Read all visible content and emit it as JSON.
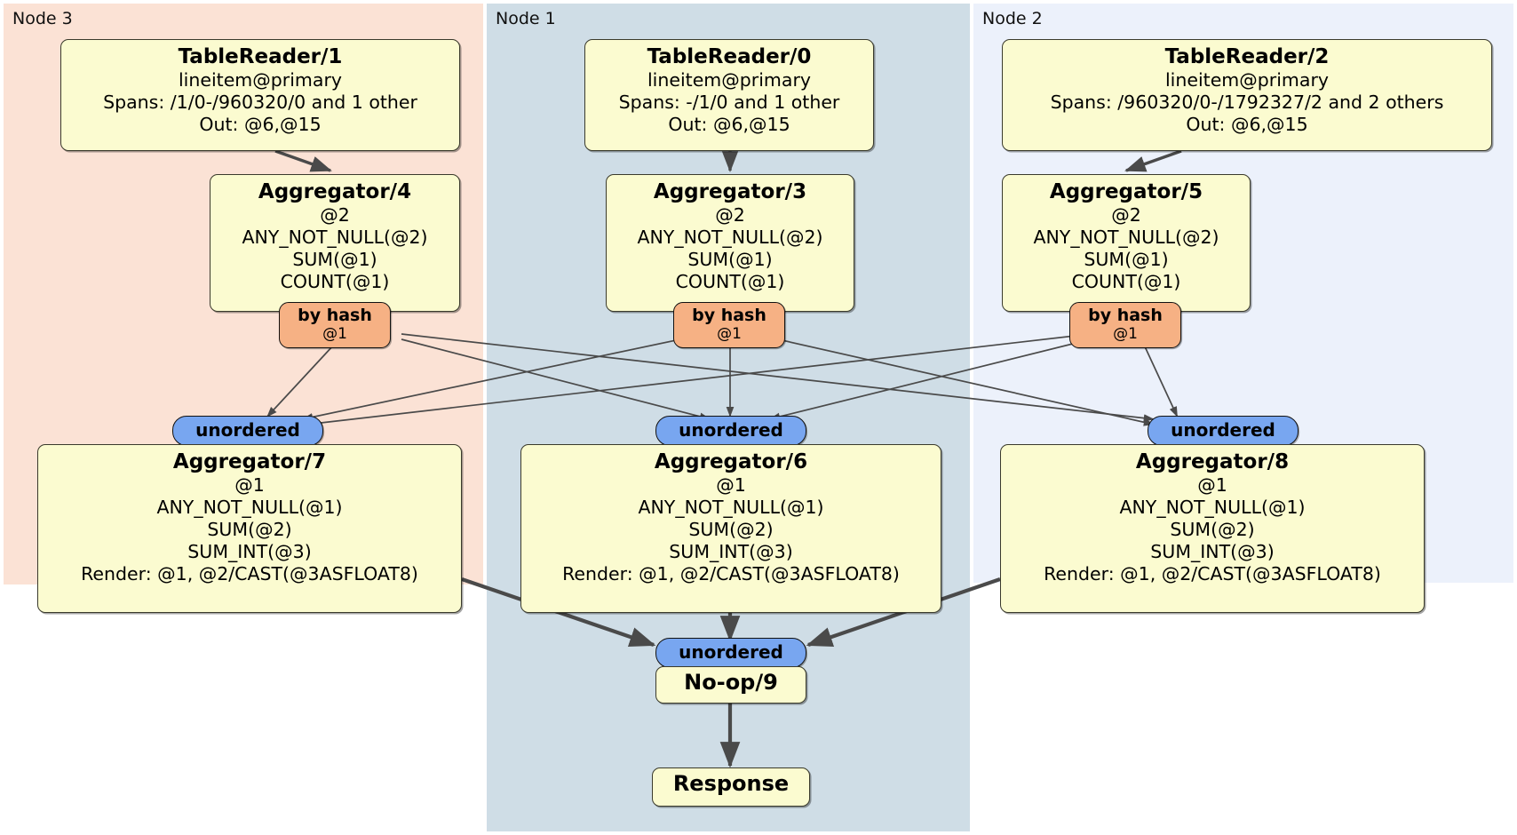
{
  "diagram": {
    "type": "distributed-query-plan",
    "title": "",
    "panels": [
      {
        "id": "node3",
        "label": "Node 3",
        "color": "#fbe2d5"
      },
      {
        "id": "node1",
        "label": "Node 1",
        "color": "#cfdde6"
      },
      {
        "id": "node2",
        "label": "Node 2",
        "color": "#ecf1fb"
      }
    ],
    "colors": {
      "processor_fill": "#fbfbd0",
      "processor_stroke": "#3a3a2c",
      "hash_badge": "#f6b184",
      "unordered_badge": "#78a6f0",
      "edge": "#4a4a4a"
    }
  },
  "processors": {
    "table_reader_1": {
      "title": "TableReader/1",
      "lines": [
        "lineitem@primary",
        "Spans: /1/0-/960320/0 and 1 other",
        "Out: @6,@15"
      ]
    },
    "table_reader_0": {
      "title": "TableReader/0",
      "lines": [
        "lineitem@primary",
        "Spans: -/1/0 and 1 other",
        "Out: @6,@15"
      ]
    },
    "table_reader_2": {
      "title": "TableReader/2",
      "lines": [
        "lineitem@primary",
        "Spans: /960320/0-/1792327/2 and 2 others",
        "Out: @6,@15"
      ]
    },
    "aggregator_4": {
      "title": "Aggregator/4",
      "lines": [
        "@2",
        "ANY_NOT_NULL(@2)",
        "SUM(@1)",
        "COUNT(@1)"
      ]
    },
    "aggregator_3": {
      "title": "Aggregator/3",
      "lines": [
        "@2",
        "ANY_NOT_NULL(@2)",
        "SUM(@1)",
        "COUNT(@1)"
      ]
    },
    "aggregator_5": {
      "title": "Aggregator/5",
      "lines": [
        "@2",
        "ANY_NOT_NULL(@2)",
        "SUM(@1)",
        "COUNT(@1)"
      ]
    },
    "aggregator_7": {
      "title": "Aggregator/7",
      "lines": [
        "@1",
        "ANY_NOT_NULL(@1)",
        "SUM(@2)",
        "SUM_INT(@3)",
        "Render: @1, @2/CAST(@3ASFLOAT8)"
      ]
    },
    "aggregator_6": {
      "title": "Aggregator/6",
      "lines": [
        "@1",
        "ANY_NOT_NULL(@1)",
        "SUM(@2)",
        "SUM_INT(@3)",
        "Render: @1, @2/CAST(@3ASFLOAT8)"
      ]
    },
    "aggregator_8": {
      "title": "Aggregator/8",
      "lines": [
        "@1",
        "ANY_NOT_NULL(@1)",
        "SUM(@2)",
        "SUM_INT(@3)",
        "Render: @1, @2/CAST(@3ASFLOAT8)"
      ]
    },
    "noop_9": {
      "title": "No-op/9",
      "lines": []
    },
    "response": {
      "title": "Response",
      "lines": []
    }
  },
  "badges": {
    "hash_left": {
      "type": "by hash",
      "key": "@1"
    },
    "hash_center": {
      "type": "by hash",
      "key": "@1"
    },
    "hash_right": {
      "type": "by hash",
      "key": "@1"
    },
    "unordered_left": {
      "label": "unordered"
    },
    "unordered_center": {
      "label": "unordered"
    },
    "unordered_right": {
      "label": "unordered"
    },
    "unordered_final": {
      "label": "unordered"
    }
  }
}
